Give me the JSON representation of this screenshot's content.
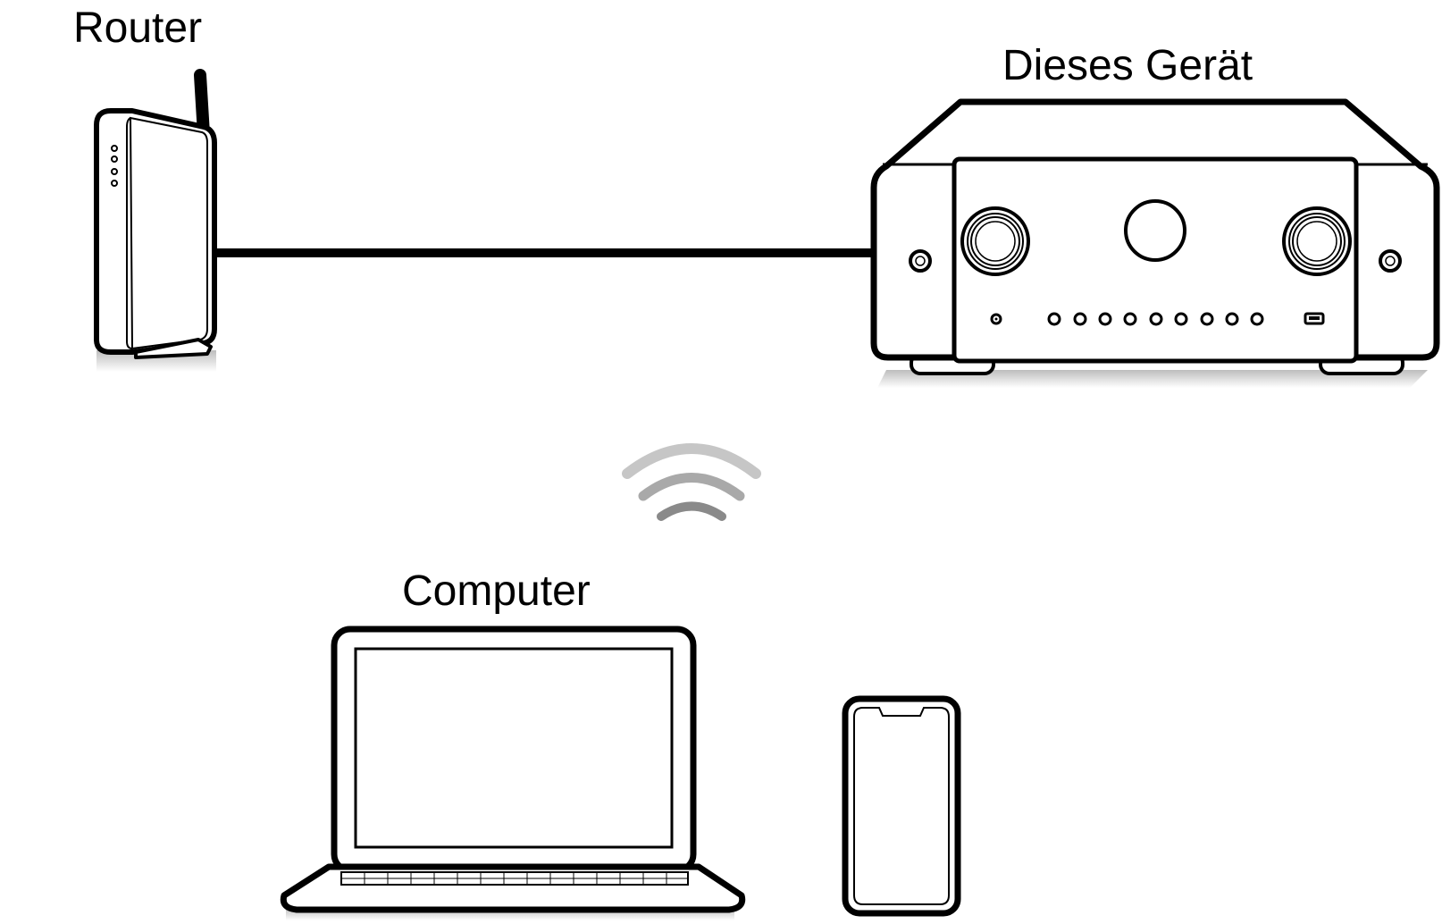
{
  "labels": {
    "router": "Router",
    "device": "Dieses Gerät",
    "computer": "Computer"
  },
  "nodes": [
    {
      "id": "router",
      "icon": "router-icon"
    },
    {
      "id": "device",
      "icon": "av-receiver-icon"
    },
    {
      "id": "computer",
      "icon": "laptop-icon"
    },
    {
      "id": "smartphone",
      "icon": "smartphone-icon"
    }
  ],
  "edges": [
    {
      "from": "router",
      "to": "device",
      "type": "wired"
    },
    {
      "from": "router",
      "to": "computer",
      "type": "wireless"
    },
    {
      "from": "router",
      "to": "smartphone",
      "type": "wireless"
    }
  ],
  "colors": {
    "stroke": "#000000",
    "background": "#ffffff",
    "wifi": "#8f8f8f",
    "shadow": "#cfcfcf"
  }
}
